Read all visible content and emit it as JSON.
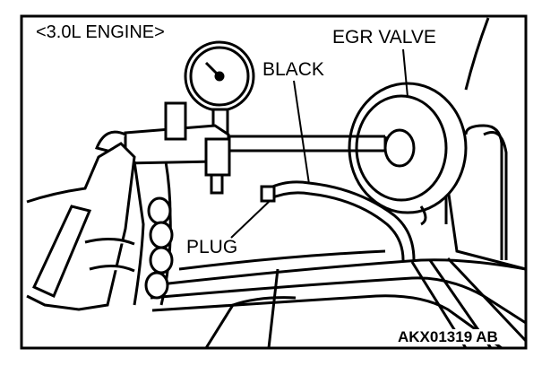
{
  "labels": {
    "engine": "<3.0L ENGINE>",
    "egr_valve": "EGR VALVE",
    "black": "BLACK",
    "plug": "PLUG",
    "figure_code": "AKX01319 AB"
  },
  "colors": {
    "line": "#000000",
    "background": "#ffffff"
  }
}
